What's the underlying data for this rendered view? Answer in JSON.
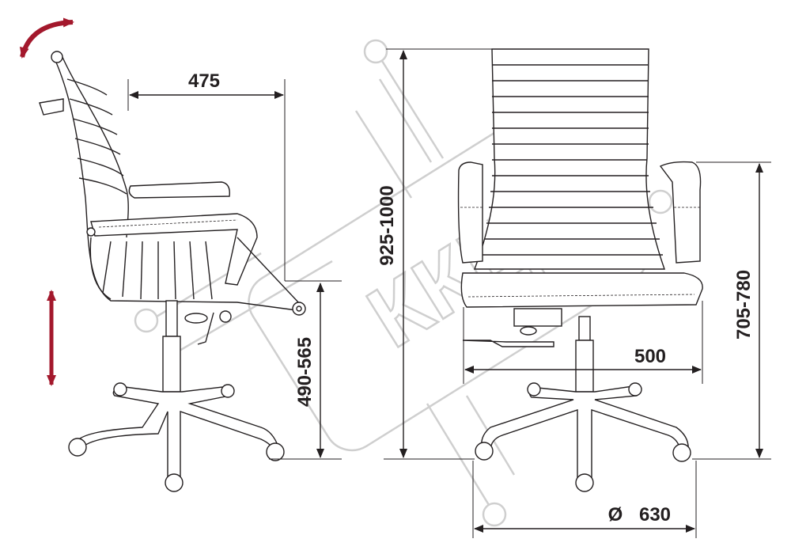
{
  "dimensions": {
    "seat_depth": "475",
    "seat_height": "490-565",
    "total_height": "925-1000",
    "armrest_height": "705-780",
    "width": "500",
    "base_diameter_symbol": "Ø",
    "base_diameter": "630"
  },
  "watermark": "ККЦ",
  "colors": {
    "line": "#231f20",
    "accent_arrow": "#a3182c",
    "watermark": "#cfcfcf"
  }
}
